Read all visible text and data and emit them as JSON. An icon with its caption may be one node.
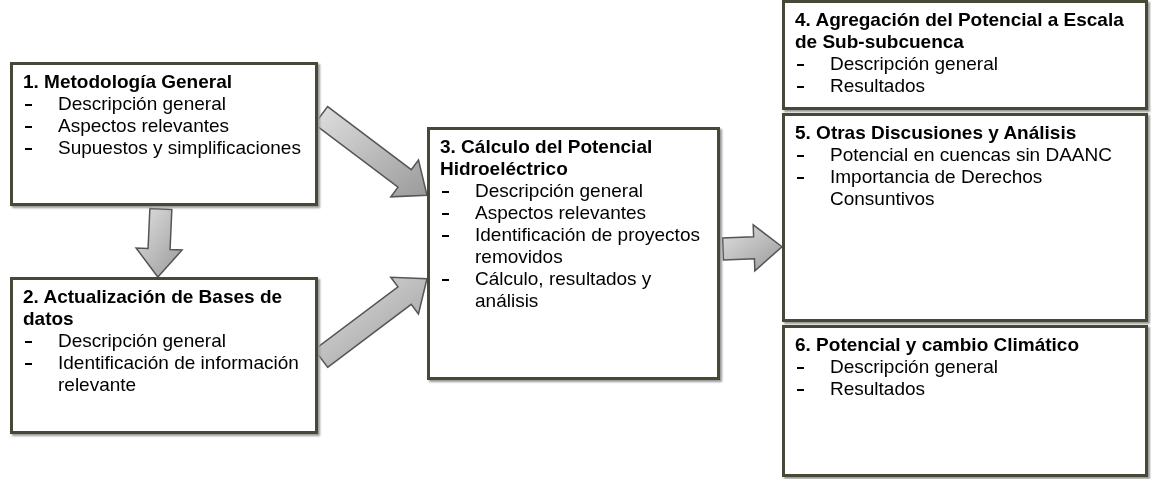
{
  "diagram": {
    "nodes": [
      {
        "text": [
          "1. Metodología General",
          "Descripción general",
          "Aspectos relevantes",
          "Supuestos y simplificaciones"
        ]
      },
      {
        "text": [
          "2. Actualización de Bases de datos",
          "Descripción general",
          "Identificación de información relevante"
        ]
      },
      {
        "text": [
          "3. Cálculo del Potencial Hidroeléctrico",
          "Descripción general",
          "Aspectos relevantes",
          "Identificación de proyectos removidos",
          "Cálculo, resultados y análisis"
        ]
      },
      {
        "text": [
          "4. Agregación del Potencial a Escala de Sub-subcuenca",
          "Descripción general",
          "Resultados"
        ]
      },
      {
        "text": [
          "5. Otras Discusiones y Análisis",
          "Potencial en cuencas sin DAANC",
          "Importancia de Derechos Consuntivos"
        ]
      },
      {
        "text": [
          "6. Potencial y cambio Climático",
          "Descripción general",
          "Resultados"
        ]
      }
    ],
    "edges": [
      {
        "from": 0,
        "to": 2,
        "arrow": "to"
      },
      {
        "from": 0,
        "to": 1,
        "arrow": "to"
      },
      {
        "from": 1,
        "to": 2,
        "arrow": "to"
      },
      {
        "from": 2,
        "to": 4,
        "arrow": "to"
      }
    ]
  }
}
